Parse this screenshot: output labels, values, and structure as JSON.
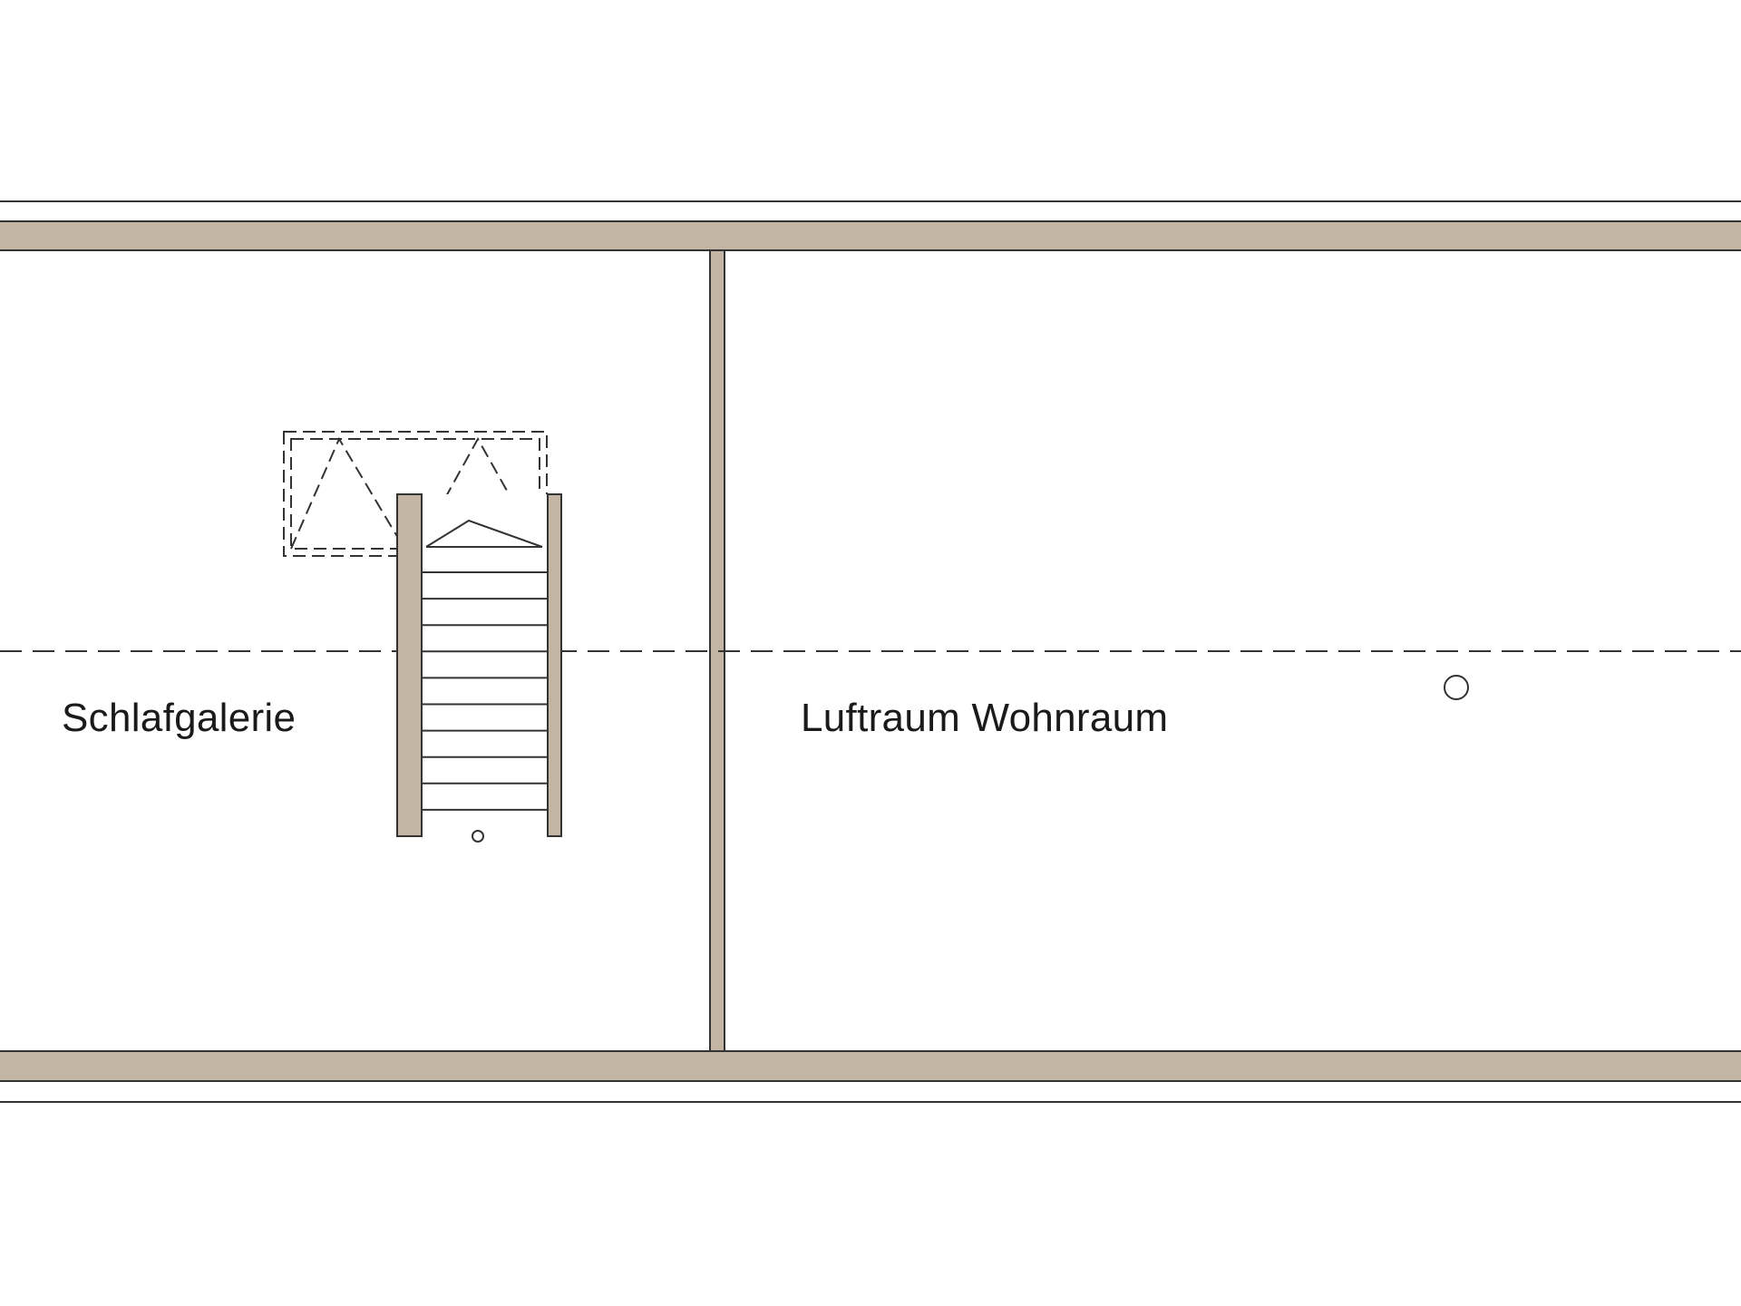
{
  "floor_plan": {
    "rooms": [
      {
        "name": "Schlafgalerie"
      },
      {
        "name": "Luftraum Wohnraum"
      }
    ],
    "colors": {
      "wall_fill": "#c2b5a3",
      "line": "#333333",
      "background": "#ffffff"
    },
    "elements": {
      "stair_steps": 10,
      "roof_windows": 2
    }
  }
}
